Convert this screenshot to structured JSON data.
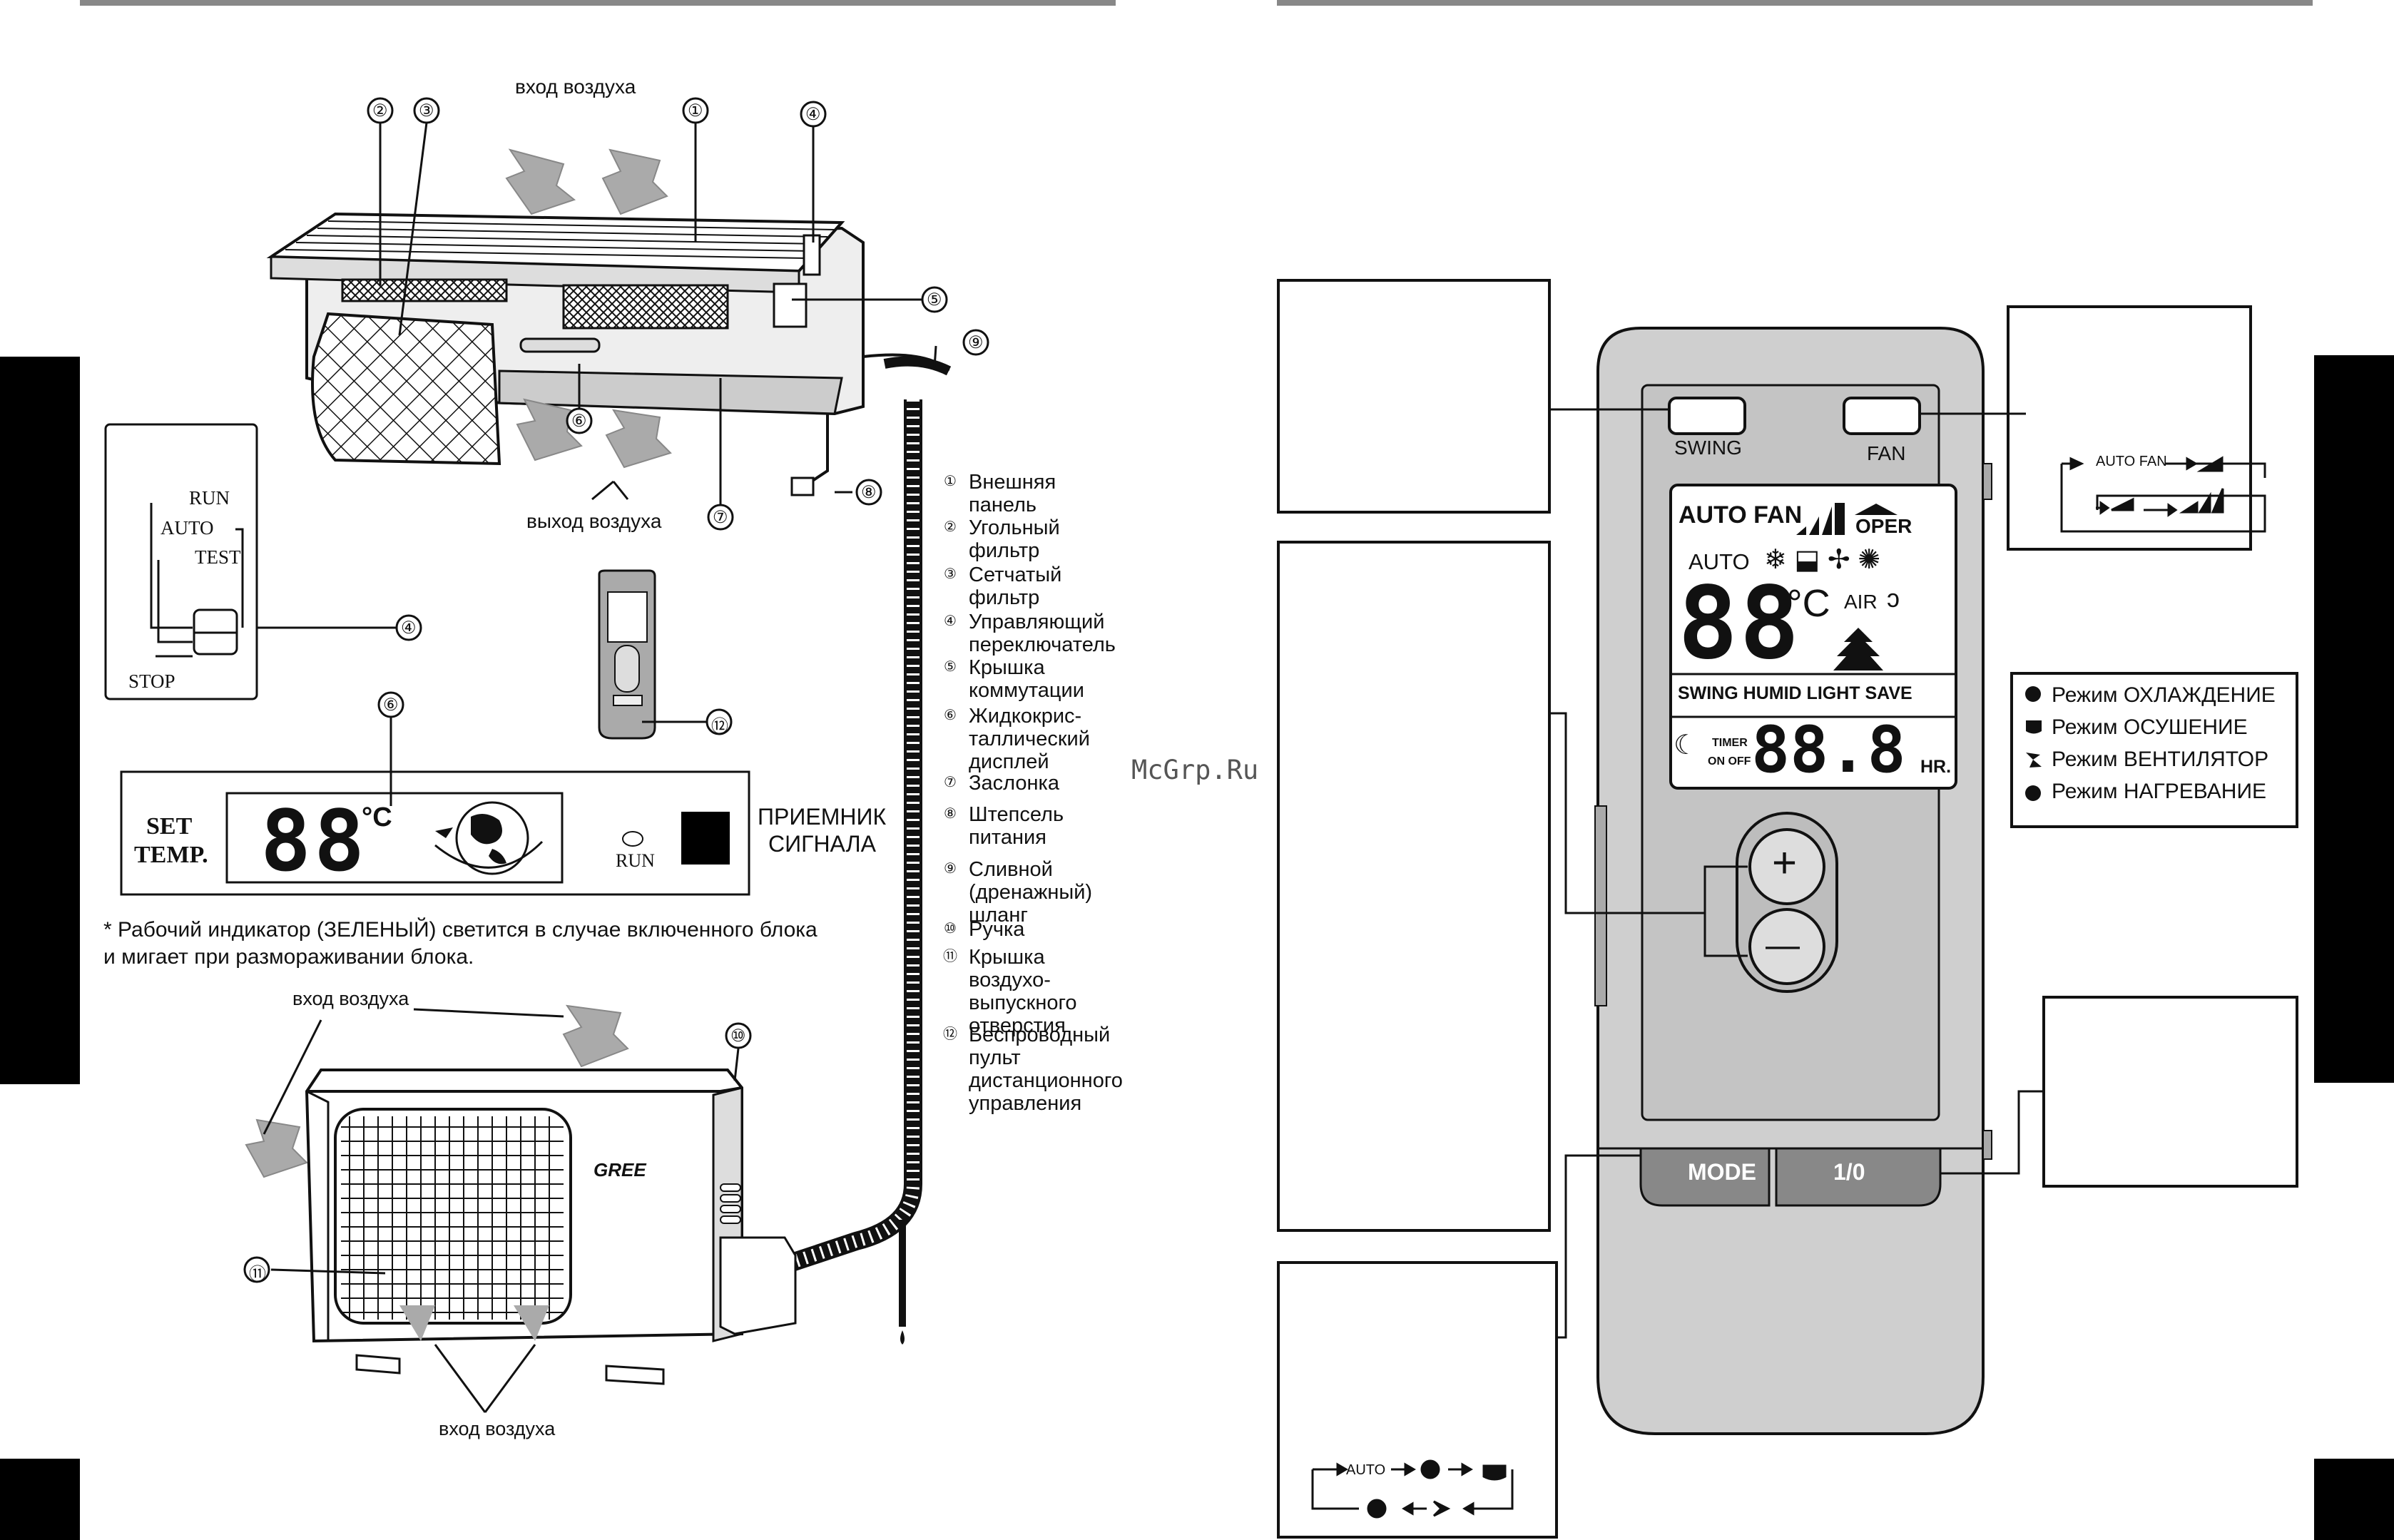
{
  "left": {
    "air_in_top": "вход воздуха",
    "air_out": "выход воздуха",
    "air_in_outdoor": "вход воздуха",
    "air_in_bottom": "вход воздуха",
    "callouts": [
      "①",
      "②",
      "③",
      "④",
      "⑤",
      "⑥",
      "⑦",
      "⑧",
      "⑨",
      "⑩",
      "⑪",
      "⑫"
    ],
    "switch": {
      "run": "RUN",
      "auto": "AUTO",
      "test": "TEST",
      "stop": "STOP"
    },
    "display": {
      "set": "SET",
      "temp": "TEMP.",
      "digits": "88",
      "unit": "°C",
      "run": "RUN"
    },
    "receiver": [
      "ПРИЕМНИК",
      "СИГНАЛА"
    ],
    "note_lines": [
      "* Рабочий индикатор (ЗЕЛЕНЫЙ) светится в случае включенного блока",
      "и мигает при размораживании блока."
    ],
    "brand": "GREE",
    "legend": [
      {
        "n": "①",
        "lines": [
          "Внешняя",
          "панель"
        ]
      },
      {
        "n": "②",
        "lines": [
          "Угольный",
          "фильтр"
        ]
      },
      {
        "n": "③",
        "lines": [
          "Сетчатый",
          "фильтр"
        ]
      },
      {
        "n": "④",
        "lines": [
          "Управляющий",
          "переключатель"
        ]
      },
      {
        "n": "⑤",
        "lines": [
          "Крышка",
          "коммутации"
        ]
      },
      {
        "n": "⑥",
        "lines": [
          "Жидкокрис-",
          "таллический",
          "дисплей"
        ]
      },
      {
        "n": "⑦",
        "lines": [
          "Заслонка"
        ]
      },
      {
        "n": "⑧",
        "lines": [
          "Штепсель",
          "питания"
        ]
      },
      {
        "n": "⑨",
        "lines": [
          "Сливной",
          "(дренажный)",
          "шланг"
        ]
      },
      {
        "n": "⑩",
        "lines": [
          "Ручка"
        ]
      },
      {
        "n": "⑪",
        "lines": [
          "Крышка",
          "воздухо-",
          "выпускного",
          "отверстия"
        ]
      },
      {
        "n": "⑫",
        "lines": [
          "Беспроводный",
          "пульт",
          "дистанционного",
          "управления"
        ]
      }
    ]
  },
  "watermark": "McGrp.Ru",
  "remote": {
    "swing": "SWING",
    "fan": "FAN",
    "lcd": {
      "auto_fan": "AUTO FAN",
      "oper": "OPER",
      "auto": "AUTO",
      "temp_digits": "88",
      "unit": "°C",
      "air": "AIR",
      "row": "SWING HUMID LIGHT SAVE",
      "timer": "TIMER",
      "onoff": "ON OFF",
      "time_digits": "88.8",
      "hr": "HR."
    },
    "plus": "+",
    "minus": "—",
    "mode": "MODE",
    "power": "1/0"
  },
  "fan_cycle": {
    "auto_fan": "AUTO FAN"
  },
  "mode_cycle": {
    "auto": "AUTO"
  },
  "modes_legend": [
    "Режим ОХЛАЖДЕНИЕ",
    "Режим ОСУШЕНИЕ",
    "Режим ВЕНТИЛЯТОР",
    "Режим НАГРЕВАНИЕ"
  ]
}
